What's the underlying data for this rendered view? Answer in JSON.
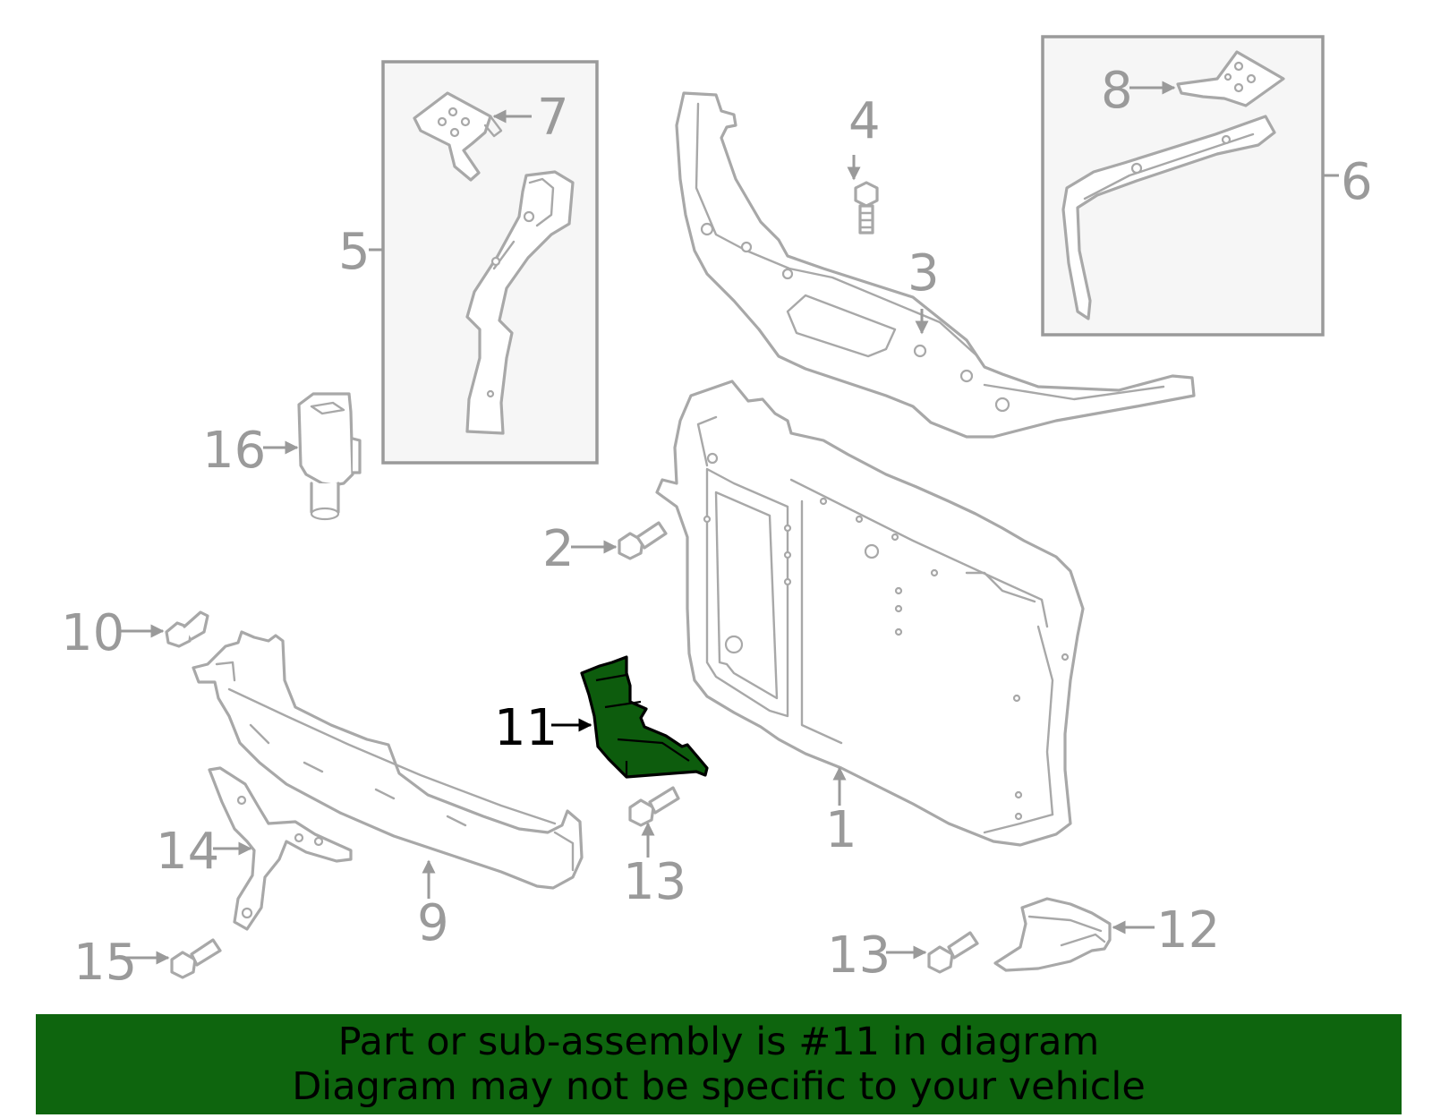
{
  "colors": {
    "line": "#a8a8a8",
    "label": "#9a9a9a",
    "highlight_fill": "#0d5c0d",
    "banner_bg": "#0e650e",
    "banner_text": "#000000"
  },
  "callouts": {
    "c1": "1",
    "c2": "2",
    "c3": "3",
    "c4": "4",
    "c5": "5",
    "c6": "6",
    "c7": "7",
    "c8": "8",
    "c9": "9",
    "c10": "10",
    "c11": "11",
    "c12": "12",
    "c13a": "13",
    "c13b": "13",
    "c14": "14",
    "c15": "15",
    "c16": "16"
  },
  "highlighted_part": "11",
  "banner": {
    "line1": "Part or sub-assembly is #11 in diagram",
    "line2": "Diagram may not be specific to your vehicle"
  }
}
